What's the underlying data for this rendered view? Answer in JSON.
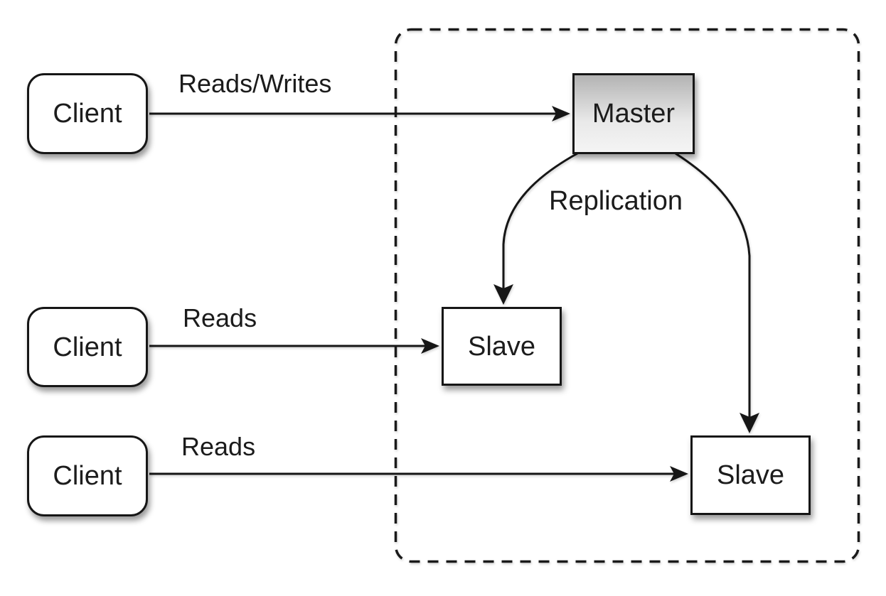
{
  "diagram": {
    "type": "master-slave-replication-architecture",
    "background": "#ffffff"
  },
  "cluster": {
    "name": "replication-boundary",
    "border_style": "dashed",
    "border_color": "#1a1a1a"
  },
  "nodes": {
    "clients": [
      {
        "label": "Client"
      },
      {
        "label": "Client"
      },
      {
        "label": "Client"
      }
    ],
    "master": {
      "label": "Master",
      "fill_top": "#b3b3b3",
      "fill_bottom": "#f4f4f4"
    },
    "slaves": [
      {
        "label": "Slave"
      },
      {
        "label": "Slave"
      }
    ]
  },
  "edges": {
    "client1_master": {
      "label": "Reads/Writes"
    },
    "client2_slave1": {
      "label": "Reads"
    },
    "client3_slave2": {
      "label": "Reads"
    },
    "master_slaves": {
      "label": "Replication"
    }
  },
  "colors": {
    "stroke": "#161616",
    "node_fill": "#ffffff",
    "text": "#1c1c1c"
  }
}
